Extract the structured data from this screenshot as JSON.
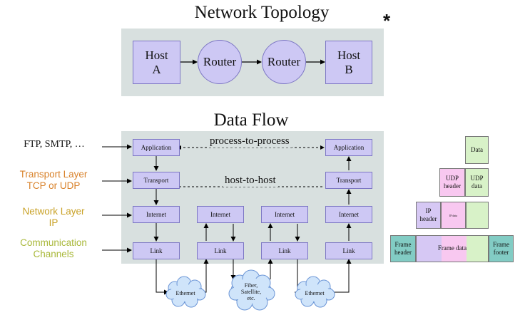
{
  "topology": {
    "title": "Network Topology",
    "asterisk": "*",
    "host_a": "Host\nA",
    "router_1": "Router",
    "router_2": "Router",
    "host_b": "Host\nB"
  },
  "dataflow": {
    "title": "Data Flow",
    "side_labels": {
      "ftp": "FTP, SMTP, …",
      "transport": "Transport Layer\nTCP or UDP",
      "network": "Network Layer\nIP",
      "comm": "Communication\nChannels"
    },
    "mid_labels": {
      "process": "process-to-process",
      "host": "host-to-host"
    },
    "layers": {
      "application": "Application",
      "transport": "Transport",
      "internet": "Internet",
      "link": "Link"
    },
    "clouds": {
      "left": "Ethernet",
      "middle": "Fiber,\nSatellite,\netc.",
      "right": "Ethernet"
    }
  },
  "encapsulation": {
    "data": "Data",
    "udp_header": "UDP\nheader",
    "udp_data": "UDP\ndata",
    "ip_header": "IP\nheader",
    "ip_data": "IP data",
    "frame_header": "Frame\nheader",
    "frame_data": "Frame data",
    "frame_footer": "Frame\nfooter"
  },
  "colors": {
    "panel": "#d8e0df",
    "box_fill": "#cdc8f4",
    "box_border": "#7d77c4",
    "transport_label": "#d9822b",
    "network_label": "#c9a227",
    "comm_label": "#a9b83a",
    "data_green": "#d8f2c8",
    "udp_pink": "#f8c8f0",
    "ip_purple": "#d6c8f4",
    "frame_teal": "#82ccc4"
  }
}
